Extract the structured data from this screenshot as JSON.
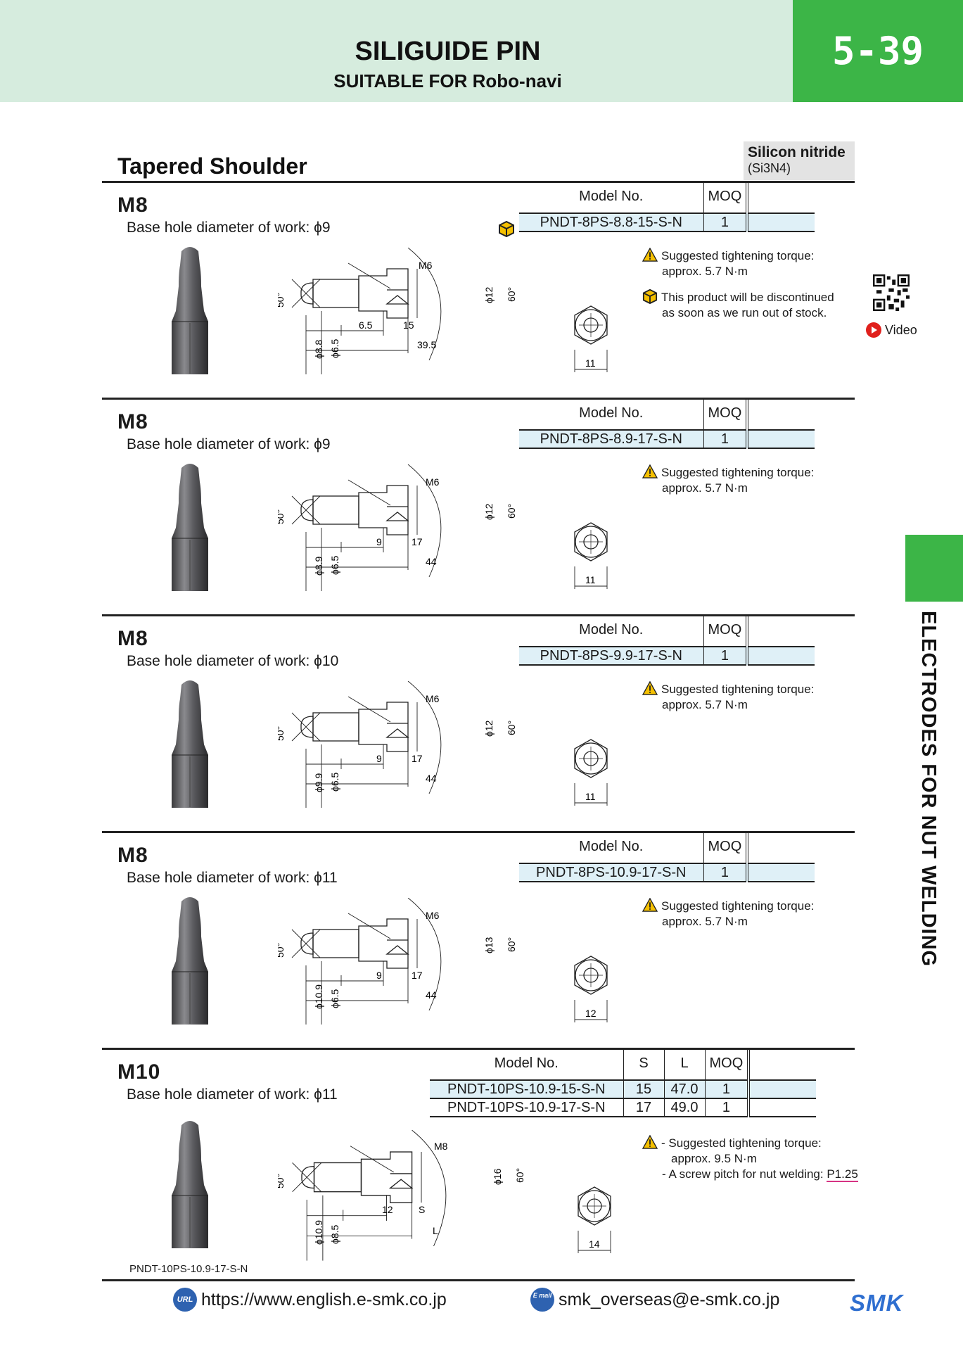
{
  "header": {
    "title": "SILIGUIDE PIN",
    "subtitle": "SUITABLE FOR Robo-navi",
    "page_number": "5-39"
  },
  "section": {
    "title": "Tapered Shoulder",
    "material_name": "Silicon nitride",
    "material_formula": "(Si3N4)"
  },
  "side_label": "ELECTRODES FOR NUT WELDING",
  "table_headers": {
    "model": "Model No.",
    "moq": "MOQ",
    "s": "S",
    "l": "L"
  },
  "video_label": "Video",
  "products": [
    {
      "size": "M8",
      "base": "Base hole diameter of work: ϕ9",
      "model": "PNDT-8PS-8.8-15-S-N",
      "moq": "1",
      "torque_1": "Suggested tightening torque:",
      "torque_2": "approx. 5.7 N·m",
      "disc_1": "This product will be discontinued",
      "disc_2": "as soon as we run out of stock.",
      "dims": {
        "thread": "M6",
        "d_tip": "ϕ8.8",
        "d_body": "ϕ6.5",
        "d_head": "ϕ12",
        "a1": "6.5",
        "a2": "15",
        "total": "39.5",
        "angle1": "50°",
        "angle2": "60°",
        "hex": "11"
      }
    },
    {
      "size": "M8",
      "base": "Base hole diameter of work: ϕ9",
      "model": "PNDT-8PS-8.9-17-S-N",
      "moq": "1",
      "torque_1": "Suggested tightening torque:",
      "torque_2": "approx. 5.7 N·m",
      "dims": {
        "thread": "M6",
        "d_tip": "ϕ8.9",
        "d_body": "ϕ6.5",
        "d_head": "ϕ12",
        "a1": "9",
        "a2": "17",
        "total": "44",
        "angle1": "50°",
        "angle2": "60°",
        "hex": "11"
      }
    },
    {
      "size": "M8",
      "base": "Base hole diameter of work: ϕ10",
      "model": "PNDT-8PS-9.9-17-S-N",
      "moq": "1",
      "torque_1": "Suggested tightening torque:",
      "torque_2": "approx. 5.7 N·m",
      "dims": {
        "thread": "M6",
        "d_tip": "ϕ9.9",
        "d_body": "ϕ6.5",
        "d_head": "ϕ12",
        "a1": "9",
        "a2": "17",
        "total": "44",
        "angle1": "50°",
        "angle2": "60°",
        "hex": "11"
      }
    },
    {
      "size": "M8",
      "base": "Base hole diameter of work: ϕ11",
      "model": "PNDT-8PS-10.9-17-S-N",
      "moq": "1",
      "torque_1": "Suggested tightening torque:",
      "torque_2": "approx. 5.7 N·m",
      "dims": {
        "thread": "M6",
        "d_tip": "ϕ10.9",
        "d_body": "ϕ6.5",
        "d_head": "ϕ13",
        "a1": "9",
        "a2": "17",
        "total": "44",
        "angle1": "50°",
        "angle2": "60°",
        "hex": "12"
      }
    },
    {
      "size": "M10",
      "base": "Base hole diameter of work: ϕ11",
      "rows": [
        {
          "model": "PNDT-10PS-10.9-15-S-N",
          "s": "15",
          "l": "47.0",
          "moq": "1"
        },
        {
          "model": "PNDT-10PS-10.9-17-S-N",
          "s": "17",
          "l": "49.0",
          "moq": "1"
        }
      ],
      "note_1": "- Suggested tightening torque:",
      "note_2": "approx. 9.5 N·m",
      "note_3": "- A screw pitch for nut welding: ",
      "note_3_value": "P1.25",
      "caption": "PNDT-10PS-10.9-17-S-N",
      "dims": {
        "thread": "M8",
        "d_tip": "ϕ10.9",
        "d_body": "ϕ8.5",
        "d_head": "ϕ16",
        "a1": "12",
        "a2": "S",
        "total": "L",
        "angle1": "50°",
        "angle2": "60°",
        "hex": "14"
      }
    }
  ],
  "footer": {
    "url_badge": "URL",
    "url": "https://www.english.e-smk.co.jp",
    "mail_badge": "E mail",
    "email": "smk_overseas@e-smk.co.jp",
    "logo": "SMK"
  },
  "colors": {
    "header_bg": "#d6ecde",
    "accent_green": "#3cb547",
    "table_highlight": "#dff0f7",
    "logo_blue": "#2f6fd0"
  }
}
